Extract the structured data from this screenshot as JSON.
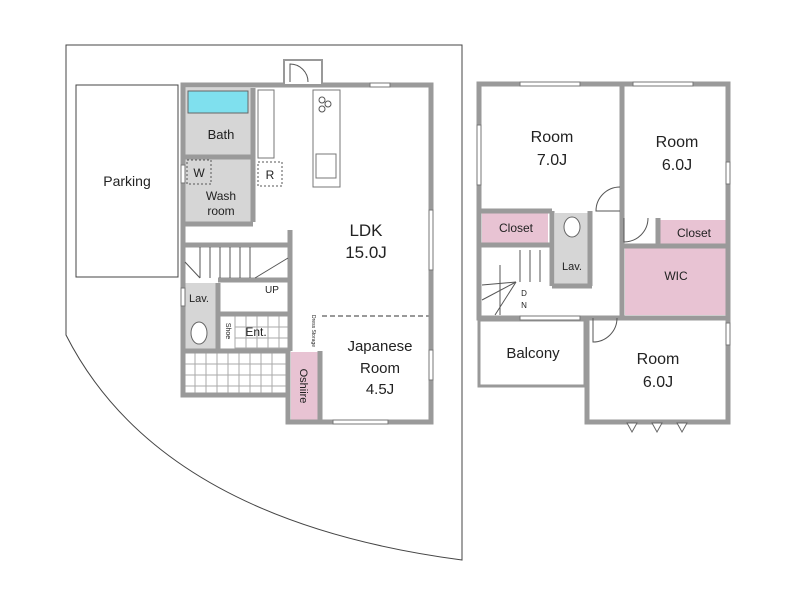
{
  "site": {
    "parking_label": "Parking"
  },
  "floor1": {
    "bath": "Bath",
    "washer": "W",
    "fridge": "R",
    "wash_line1": "Wash",
    "wash_line2": "room",
    "ldk_name": "LDK",
    "ldk_size": "15.0J",
    "stairs_up": "UP",
    "lav": "Lav.",
    "shoe": "Shoe",
    "entrance": "Ent.",
    "dress_storage": "Dress Storage",
    "oshiire": "Oshiire",
    "japanese_line1": "Japanese",
    "japanese_line2": "Room",
    "japanese_size": "4.5J"
  },
  "floor2": {
    "room1_name": "Room",
    "room1_size": "7.0J",
    "room2_name": "Room",
    "room2_size": "6.0J",
    "closet1": "Closet",
    "closet2": "Closet",
    "lav": "Lav.",
    "wic": "WIC",
    "stairs_dn_d": "D",
    "stairs_dn_n": "N",
    "balcony": "Balcony",
    "room3_name": "Room",
    "room3_size": "6.0J"
  },
  "colors": {
    "wall": "#9a9a9a",
    "pink": "#e8c3d3",
    "gray": "#d6d6d6",
    "tub": "#7fe0ee"
  }
}
